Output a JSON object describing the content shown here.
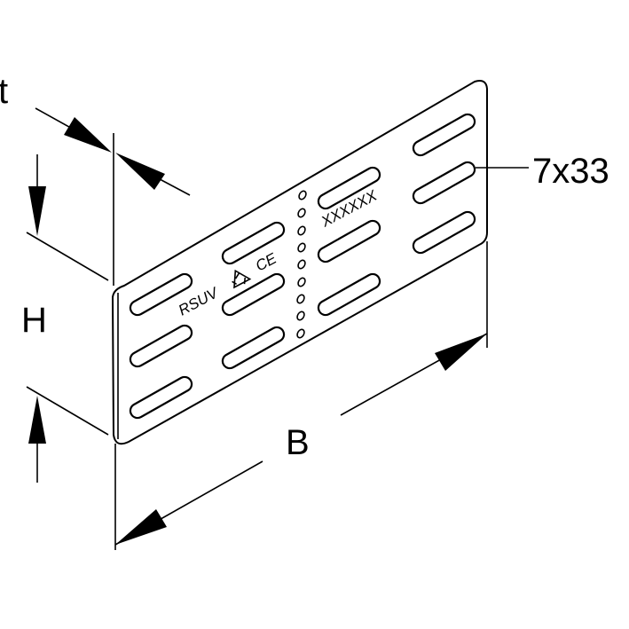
{
  "dimensions": {
    "thickness": "t",
    "height": "H",
    "width": "B",
    "slot_size": "7x33"
  },
  "plate_marking": {
    "brand": "RSUV",
    "ce_mark": "CE",
    "serial": "XXXXXX"
  },
  "icons": {
    "recycle": "recycle-icon"
  }
}
